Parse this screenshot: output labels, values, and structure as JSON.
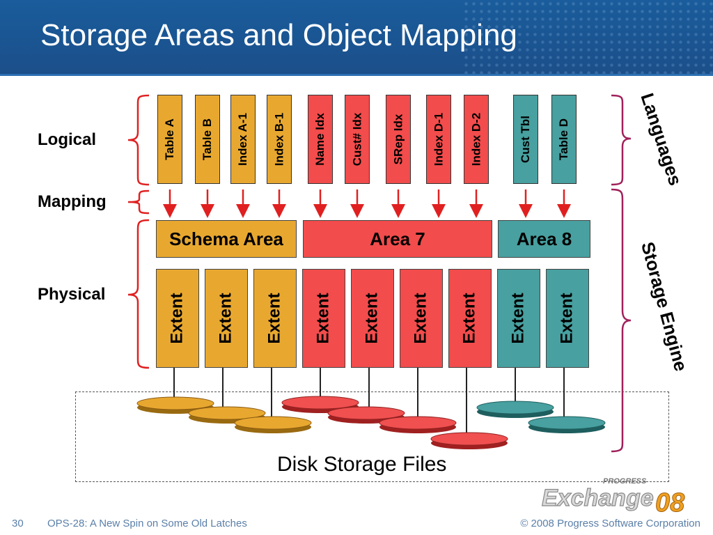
{
  "title": "Storage Areas and Object Mapping",
  "row_labels": {
    "logical": "Logical",
    "mapping": "Mapping",
    "physical": "Physical"
  },
  "side_labels": {
    "languages": "Languages",
    "storage_engine": "Storage Engine"
  },
  "objects": [
    "Table A",
    "Table B",
    "Index A-1",
    "Index B-1",
    "Name Idx",
    "Cust# Idx",
    "SRep Idx",
    "Index D-1",
    "Index D-2",
    "Cust Tbl",
    "Table D"
  ],
  "areas": [
    "Schema Area",
    "Area 7",
    "Area 8"
  ],
  "extent_label": "Extent",
  "disk_label": "Disk Storage Files",
  "logo": {
    "brand": "PROGRESS",
    "event": "Exchange",
    "year": "08"
  },
  "footer": {
    "page": "30",
    "session": "OPS-28: A New Spin on Some Old Latches",
    "copyright": "© 2008 Progress Software Corporation"
  },
  "colors": {
    "schema": "#e8a830",
    "area7": "#f24c4c",
    "area8": "#48a0a0",
    "header": "#1b4f8a",
    "bracket_red": "#e02020",
    "bracket_purple": "#a0205a"
  }
}
